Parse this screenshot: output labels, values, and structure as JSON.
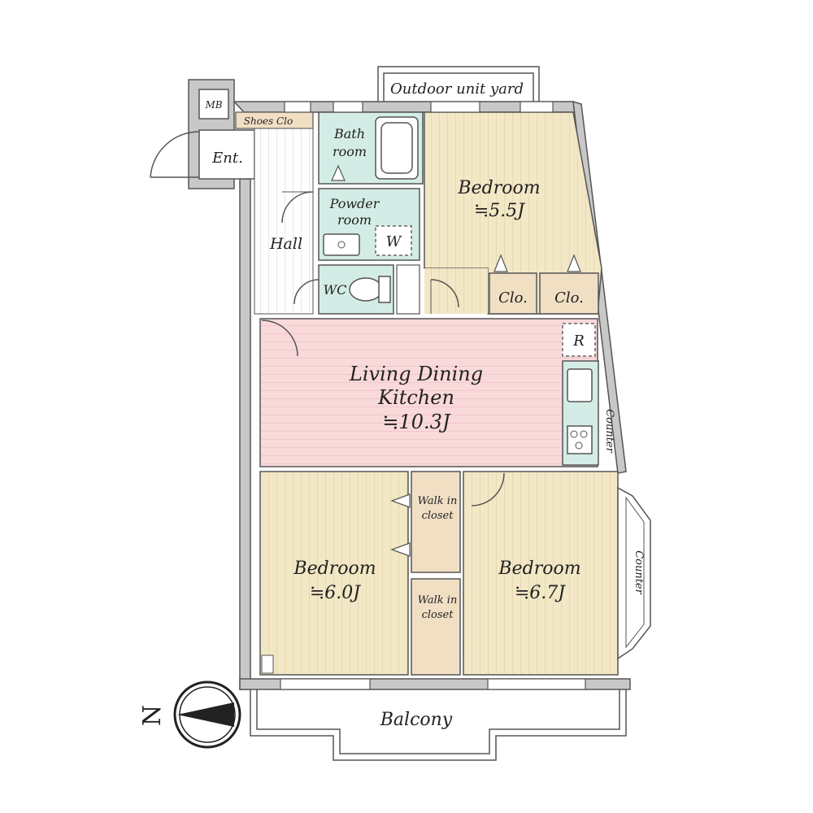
{
  "labels": {
    "outdoor_unit_yard": "Outdoor unit yard",
    "mb": "MB",
    "shoes_closet": "Shoes Clo",
    "entrance": "Ent.",
    "bathroom_line1": "Bath",
    "bathroom_line2": "room",
    "powder_room_line1": "Powder",
    "powder_room_line2": "room",
    "washer": "W",
    "hall": "Hall",
    "wc": "WC",
    "bedroom_top_name": "Bedroom",
    "bedroom_top_size": "≒5.5J",
    "closet_1": "Clo.",
    "closet_2": "Clo.",
    "refrigerator": "R",
    "ldk_line1": "Living Dining",
    "ldk_line2": "Kitchen",
    "ldk_size": "≒10.3J",
    "counter_kitchen": "Counter",
    "walk_in_closet_1_line1": "Walk in",
    "walk_in_closet_1_line2": "closet",
    "walk_in_closet_2_line1": "Walk in",
    "walk_in_closet_2_line2": "closet",
    "bedroom_left_name": "Bedroom",
    "bedroom_left_size": "≒6.0J",
    "bedroom_right_name": "Bedroom",
    "bedroom_right_size": "≒6.7J",
    "counter_bay": "Counter",
    "balcony": "Balcony",
    "north": "N"
  },
  "colors": {
    "bedroom_floor": "#f3e8c6",
    "ldk_floor": "#f9d9da",
    "wet_area": "#d4ece6",
    "closet_floor": "#f1dfc4",
    "hall_floor": "#ffffff",
    "wall": "#c8c8c8"
  }
}
